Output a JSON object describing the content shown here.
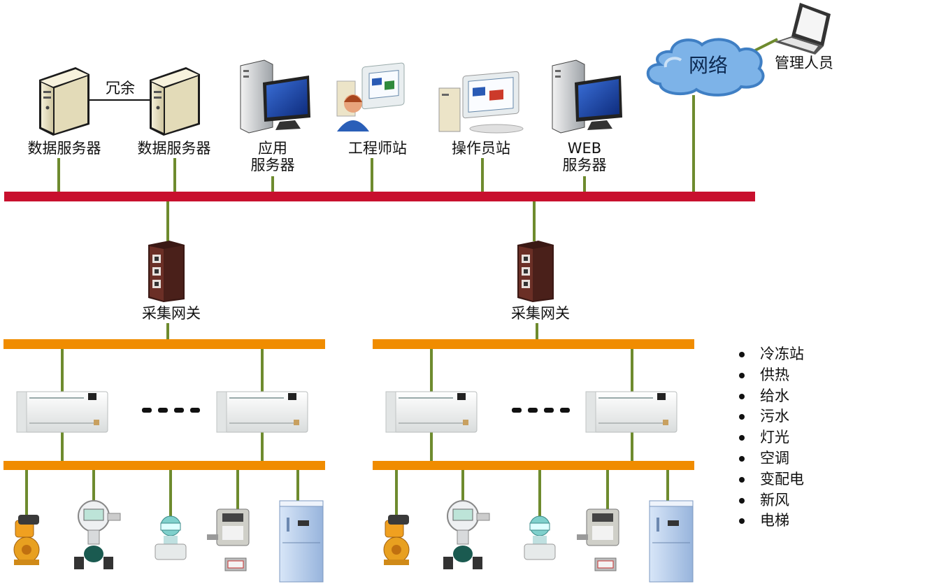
{
  "top_labels": {
    "data_server_1": "数据服务器",
    "data_server_2": "数据服务器",
    "redundancy": "冗余",
    "app_server": "应用\n服务器",
    "engineer_station": "工程师站",
    "operator_station": "操作员站",
    "web_server": "WEB\n服务器",
    "network": "网络",
    "admin": "管理人员"
  },
  "gateways": [
    {
      "label": "采集网关"
    },
    {
      "label": "采集网关"
    }
  ],
  "legend": [
    "冷冻站",
    "供热",
    "给水",
    "污水",
    "灯光",
    "空调",
    "变配电",
    "新风",
    "电梯"
  ],
  "colors": {
    "top_bus": "#c8102e",
    "field_bus": "#f08c00",
    "connector": "#6e8b2e",
    "cloud": "#7db3e8",
    "cloud_edge": "#3f7fc4",
    "gateway": "#5a2a22",
    "controller": "#eef0f0"
  },
  "icons": [
    "server-tower-icon",
    "desktop-computer-icon",
    "workstation-icon",
    "cloud-icon",
    "laptop-icon",
    "gateway-device-icon",
    "plc-controller-icon",
    "dosing-pump-icon",
    "flow-meter-icon",
    "transmitter-icon",
    "meter-box-icon",
    "electrical-cabinet-icon"
  ]
}
